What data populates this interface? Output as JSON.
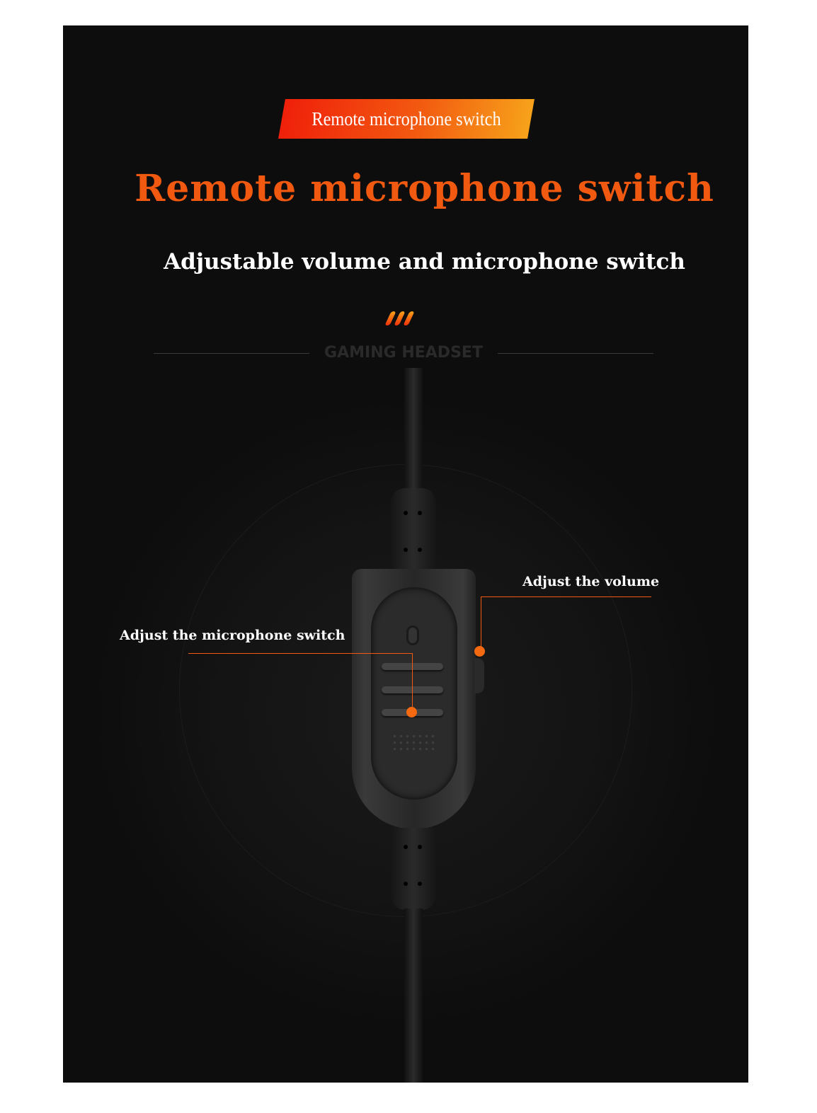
{
  "badge_text": "Remote microphone switch",
  "title": "Remote microphone switch",
  "subtitle": "Adjustable volume and microphone switch",
  "brand_text": "GAMING HEADSET",
  "callouts": {
    "volume": "Adjust the volume",
    "mic_switch": "Adjust the microphone switch"
  },
  "colors": {
    "accent": "#f0590f",
    "background": "#0d0d0d"
  }
}
